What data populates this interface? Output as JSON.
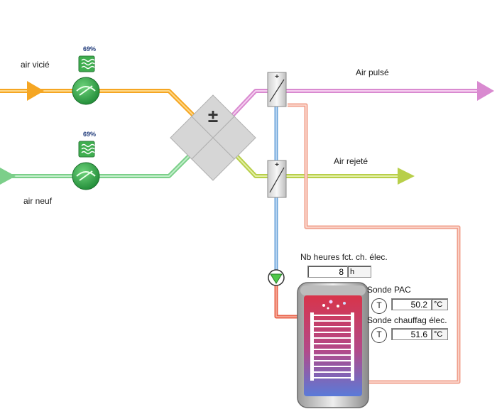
{
  "labels": {
    "air_vicie": "air vicié",
    "air_neuf": "air neuf",
    "air_pulse": "Air pulsé",
    "air_rejete": "Air rejeté",
    "nb_heures": "Nb heures fct. ch. élec.",
    "sonde_pac": "Sonde PAC",
    "sonde_chauffag": "Sonde chauffag élec."
  },
  "fans": {
    "top_speed": "69%",
    "bottom_speed": "69%"
  },
  "readings": {
    "heures_value": "8",
    "heures_unit": "h",
    "sonde_pac_value": "50.2",
    "sonde_pac_unit": "°C",
    "sonde_chauffag_value": "51.6",
    "sonde_chauffag_unit": "°C"
  },
  "symbols": {
    "temperature_sensor": "T",
    "exchanger_sign": "±",
    "coil_sign": "+"
  },
  "colors": {
    "extract_air": "#f5a623",
    "fresh_air": "#7ccf8a",
    "supply_air": "#d98ad0",
    "exhaust_air": "#b8cf4a",
    "water_cold": "#6aa3d8",
    "water_hot": "#f0a08c",
    "tank_hot": "#d8344a",
    "tank_cold": "#5a7ad8"
  },
  "icons": [
    "fan-icon",
    "humidity-icon",
    "heat-exchanger-icon",
    "heating-coil-icon",
    "pump-icon",
    "storage-tank-icon",
    "temperature-sensor-icon"
  ]
}
